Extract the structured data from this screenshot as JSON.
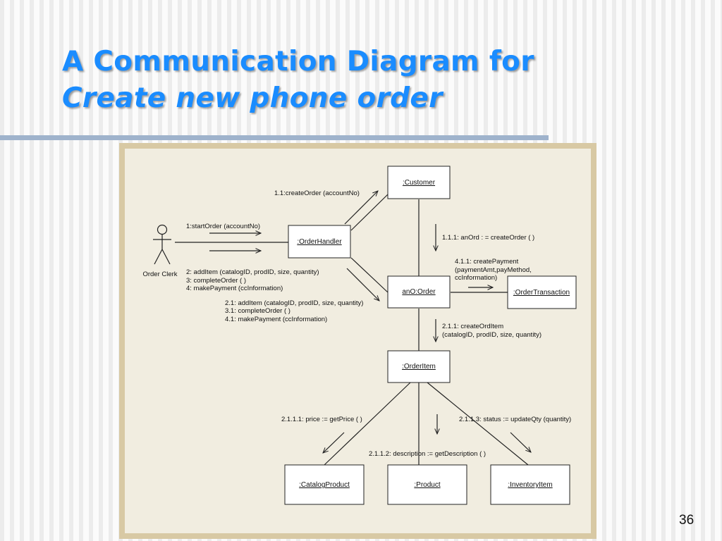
{
  "slide": {
    "title_line1": "A Communication Diagram for",
    "title_line2": "Create new phone order",
    "page_number": "36"
  },
  "diagram": {
    "actor": {
      "label": "Order Clerk"
    },
    "objects": {
      "order_handler": ":OrderHandler",
      "customer": ":Customer",
      "order": "anO:Order",
      "order_transaction": ":OrderTransaction",
      "order_item": ":OrderItem",
      "catalog_product": ":CatalogProduct",
      "product": ":Product",
      "inventory_item": ":InventoryItem"
    },
    "messages": {
      "start_order": "1:startOrder (accountNo)",
      "clerk_to_handler": [
        "2: addItem (catalogID, prodID, size, quantity)",
        "3: completeOrder ( )",
        "4: makePayment (ccInformation)"
      ],
      "create_order_customer": "1.1:createOrder (accountNo)",
      "create_order": "1.1.1: anOrd : =  createOrder ( )",
      "create_payment": [
        "4.1.1: createPayment",
        "(paymentAmt,payMethod,",
        "ccInformation)"
      ],
      "handler_to_order": [
        "2.1: addItem (catalogID, prodID, size, quantity)",
        "3.1: completeOrder ( )",
        "4.1: makePayment (ccInformation)"
      ],
      "create_ord_item": [
        "2.1.1: createOrdItem",
        "(catalogID, prodID, size, quantity)"
      ],
      "get_price": "2.1.1.1: price := getPrice ( )",
      "update_qty": "2.1.1.3: status := updateQty (quantity)",
      "get_description": "2.1.1.2: description := getDescription ( )"
    }
  }
}
